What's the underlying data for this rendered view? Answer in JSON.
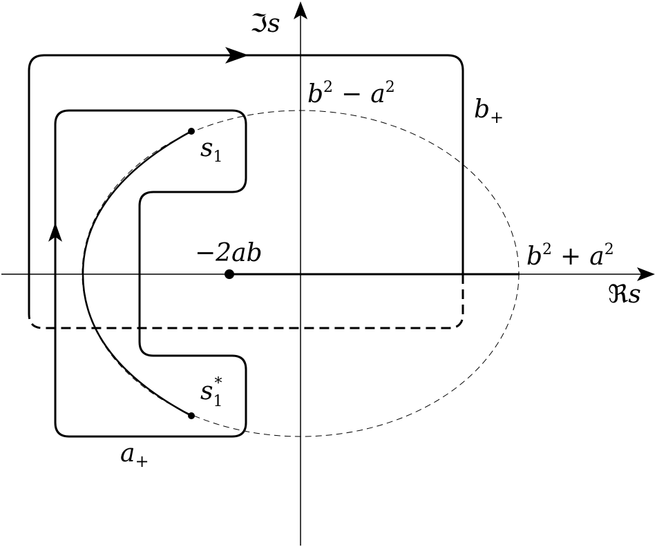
{
  "axes": {
    "imag_label": {
      "sym": "ℑ",
      "var": "s"
    },
    "real_label": {
      "sym": "ℜ",
      "var": "s"
    }
  },
  "labels": {
    "top_intercept": {
      "b": "b",
      "exp1": "2",
      "minus": "−",
      "a": "a",
      "exp2": "2"
    },
    "right_intercept": {
      "b": "b",
      "exp1": "2",
      "plus": "+",
      "a": "a",
      "exp2": "2"
    },
    "pole": {
      "minus": "−",
      "text": "2ab"
    },
    "s1": {
      "s": "s",
      "sub": "1"
    },
    "s1_conj": {
      "s": "s",
      "sub": "1",
      "sup": "*"
    },
    "b_plus": {
      "b": "b",
      "sub": "+"
    },
    "a_plus": {
      "a": "a",
      "sub": "+"
    }
  },
  "colors": {
    "ink": "#000000",
    "background": "#ffffff"
  }
}
